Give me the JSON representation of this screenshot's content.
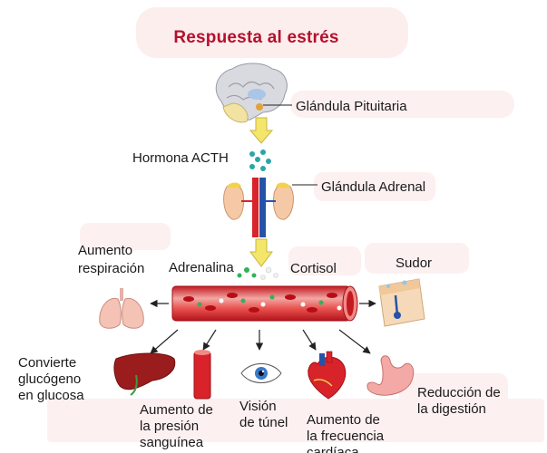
{
  "title": "Respuesta al estrés",
  "labels": {
    "pituitary": "Glándula Pituitaria",
    "acth": "Hormona ACTH",
    "adrenal": "Glándula Adrenal",
    "breathing": "Aumento\nrespiración",
    "adrenaline": "Adrenalina",
    "cortisol": "Cortisol",
    "sweat": "Sudor",
    "glycogen": "Convierte\nglucógeno\nen glucosa",
    "pressure": "Aumento de\nla presión\nsanguínea",
    "tunnel": "Visión\nde túnel",
    "heart_rate": "Aumento de\nla frecuencia\ncardíaca",
    "digestion": "Reducción de\nla digestión"
  },
  "colors": {
    "title": "#b5102c",
    "arrow_yellow": "#f3e66b",
    "vessel_red": "#d8232a",
    "vein_blue": "#2553a8",
    "dots_teal": "#2aa5a8",
    "dots_green": "#2fb35a",
    "background_boxes": "#fdf0f1"
  },
  "icons": [
    "brain-icon",
    "adrenal-gland-icon",
    "lungs-icon",
    "blood-vessel-icon",
    "skin-sweat-icon",
    "liver-icon",
    "artery-icon",
    "eye-icon",
    "heart-icon",
    "stomach-icon"
  ]
}
